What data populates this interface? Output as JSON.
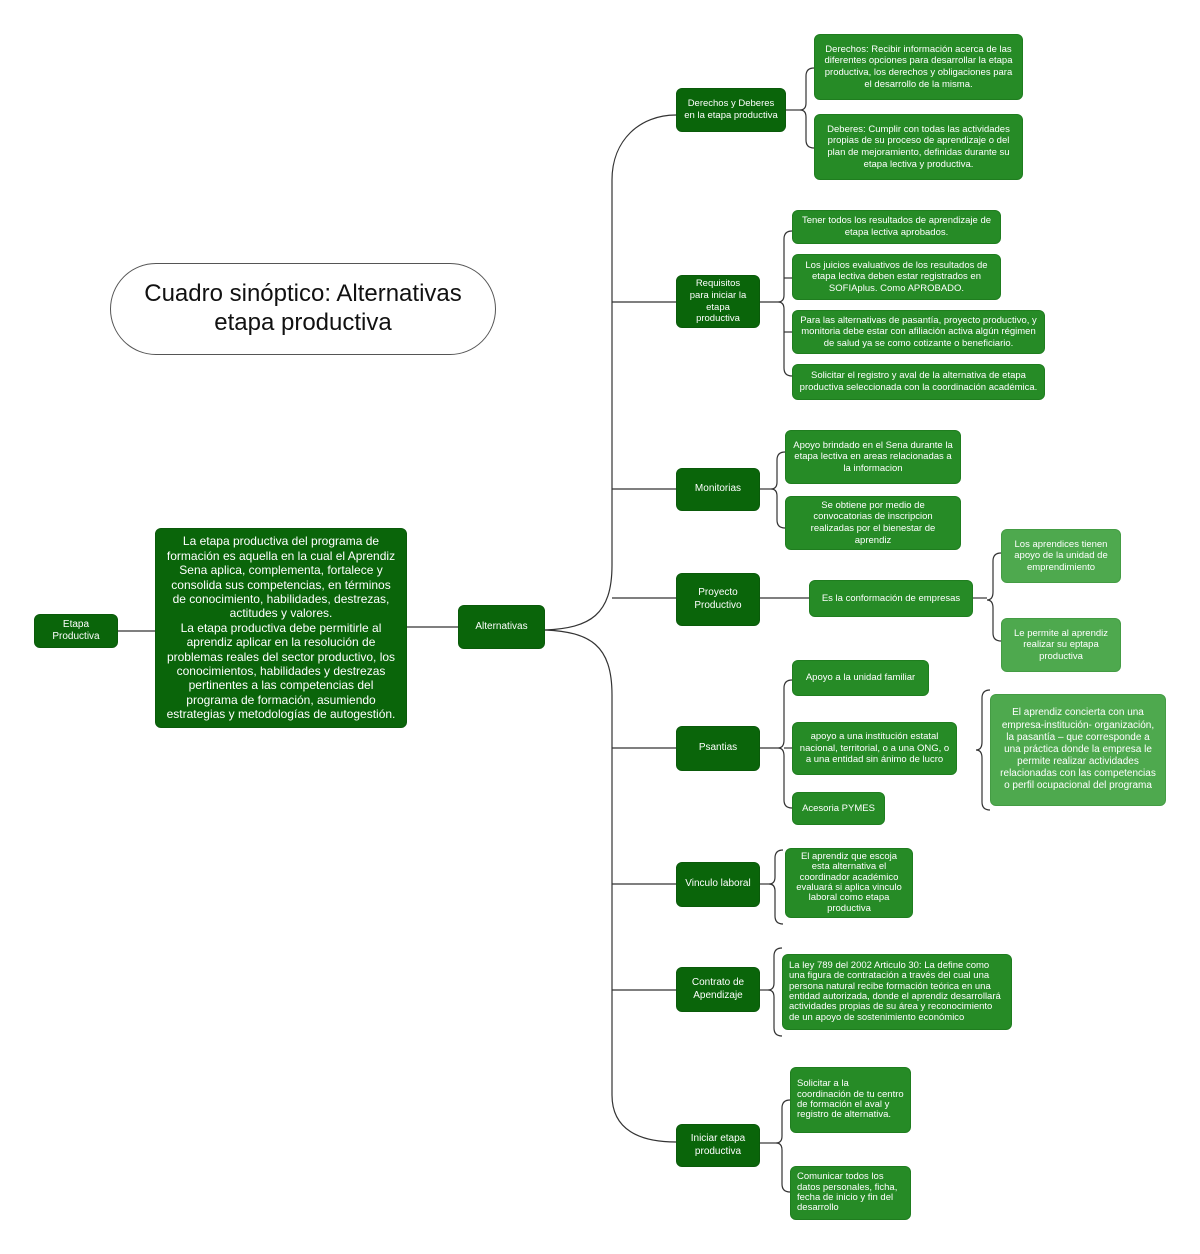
{
  "title": "Cuadro sinóptico: Alternativas\netapa productiva",
  "root": "Etapa\nProductiva",
  "definition": "La etapa productiva del programa de formación es aquella en la cual el Aprendiz Sena aplica, complementa, fortalece y consolida sus competencias, en términos de conocimiento, habilidades, destrezas, actitudes y valores.\nLa etapa productiva debe permitirle al aprendiz aplicar en la resolución de problemas reales del sector productivo, los conocimientos, habilidades y destrezas pertinentes a las competencias del programa de formación, asumiendo estrategias y metodologías de autogestión.",
  "alternativas": "Alternativas",
  "branches": {
    "derechos": {
      "label": "Derechos y Deberes\nen la etapa productiva",
      "items": [
        "Derechos: Recibir información acerca de las diferentes opciones para desarrollar la etapa productiva, los derechos y obligaciones para el desarrollo de la misma.",
        "Deberes: Cumplir con todas las actividades propias de su proceso de aprendizaje o del plan de mejoramiento, definidas durante su etapa lectiva y productiva."
      ]
    },
    "requisitos": {
      "label": "Requisitos\npara iniciar la\netapa\nproductiva",
      "items": [
        "Tener todos los resultados de aprendizaje de etapa lectiva aprobados.",
        "Los juicios evaluativos de los resultados de etapa lectiva deben estar registrados en SOFIAplus. Como APROBADO.",
        "Para las alternativas de pasantía, proyecto productivo, y monitoria debe estar con afiliación activa algún régimen de salud ya se como cotizante o beneficiario.",
        "Solicitar el registro y aval de la alternativa de etapa productiva seleccionada con la coordinación académica."
      ]
    },
    "monitorias": {
      "label": "Monitorias",
      "items": [
        "Apoyo brindado en el Sena durante la etapa lectiva en areas relacionadas a la informacion",
        "Se obtiene por medio de convocatorias de inscripcion realizadas por el bienestar de aprendiz"
      ]
    },
    "proyecto": {
      "label": "Proyecto\nProductivo",
      "item": "Es la conformación de empresas",
      "sub": [
        "Los aprendices tienen apoyo de la unidad de emprendimiento",
        "Le permite al aprendiz realizar su eptapa productiva"
      ]
    },
    "pasantias": {
      "label": "Psantias",
      "items": [
        "Apoyo a la unidad familiar",
        "apoyo a una institución estatal nacional, territorial, o a una ONG, o a una entidad sin ánimo de lucro",
        "Acesoria PYMES"
      ],
      "detail": "El aprendiz concierta con una empresa-institución- organización, la pasantía – que corresponde a una práctica donde la empresa le permite realizar actividades relacionadas con las competencias o perfil ocupacional del programa"
    },
    "vinculo": {
      "label": "Vinculo laboral",
      "item": "El aprendiz que escoja esta alternativa el coordinador académico evaluará si aplica vinculo laboral como etapa productiva"
    },
    "contrato": {
      "label": "Contrato de\nApendizaje",
      "item": "La ley 789 del 2002 Articulo 30: La define como una figura de contratación a través del cual una persona natural recibe formación teórica en una entidad autorizada, donde el aprendiz desarrollará actividades propias de su área y reconocimiento de un apoyo de sostenimiento económico"
    },
    "iniciar": {
      "label": "Iniciar etapa\nproductiva",
      "items": [
        "Solicitar a la coordinación de tu centro de formación el aval y registro de alternativa.",
        "Comunicar todos los datos personales, ficha, fecha de inicio y fin del desarrollo"
      ]
    }
  },
  "colors": {
    "dark": "#0a650a",
    "mid": "#268b26",
    "light": "#4ea94e",
    "line": "#333333"
  }
}
